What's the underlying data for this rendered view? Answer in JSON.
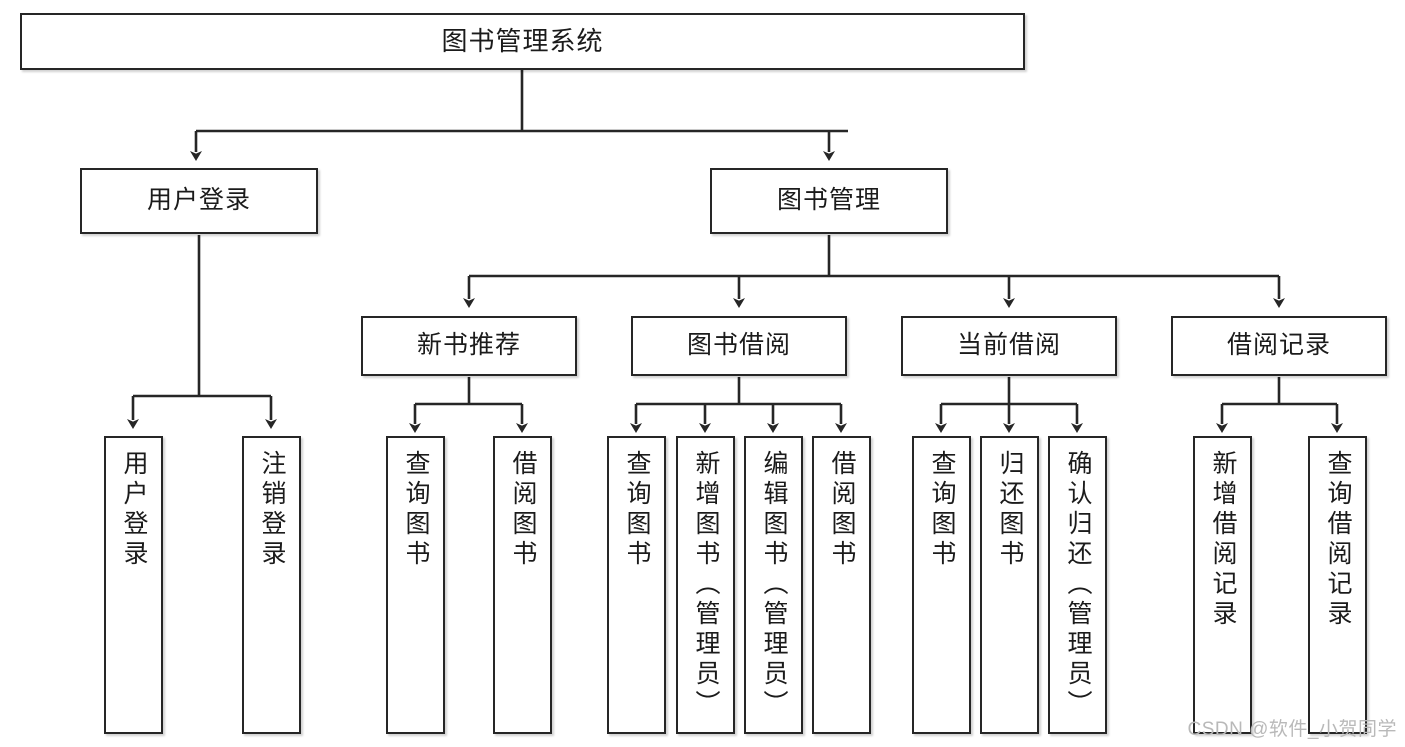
{
  "diagram": {
    "title": "图书管理系统",
    "type": "hierarchy-tree",
    "watermark": "CSDN @软件_小贺同学",
    "colors": {
      "box_border": "#262626",
      "box_fill": "#ffffff",
      "connector": "#262626",
      "text": "#1b1b1b",
      "watermark": "#b9b9b9"
    }
  },
  "nodes": {
    "root": {
      "label": "图书管理系统"
    },
    "level2": [
      {
        "id": "user-login",
        "label": "用户登录"
      },
      {
        "id": "book-management",
        "label": "图书管理"
      }
    ],
    "level3": [
      {
        "id": "new-book-recommend",
        "label": "新书推荐"
      },
      {
        "id": "book-borrow",
        "label": "图书借阅"
      },
      {
        "id": "current-borrow",
        "label": "当前借阅"
      },
      {
        "id": "borrow-record",
        "label": "借阅记录"
      }
    ],
    "leaves": {
      "user-login": [
        {
          "id": "leaf-user-login",
          "label": "用户登录"
        },
        {
          "id": "leaf-user-logout",
          "label": "注销登录"
        }
      ],
      "new-book-recommend": [
        {
          "id": "leaf-query-book-1",
          "label": "查询图书"
        },
        {
          "id": "leaf-borrow-book-1",
          "label": "借阅图书"
        }
      ],
      "book-borrow": [
        {
          "id": "leaf-query-book-2",
          "label": "查询图书"
        },
        {
          "id": "leaf-add-book",
          "label": "新增图书（管理员）"
        },
        {
          "id": "leaf-edit-book",
          "label": "编辑图书（管理员）"
        },
        {
          "id": "leaf-borrow-book-2",
          "label": "借阅图书"
        }
      ],
      "current-borrow": [
        {
          "id": "leaf-query-book-3",
          "label": "查询图书"
        },
        {
          "id": "leaf-return-book",
          "label": "归还图书"
        },
        {
          "id": "leaf-confirm-return",
          "label": "确认归还（管理员）"
        }
      ],
      "borrow-record": [
        {
          "id": "leaf-add-record",
          "label": "新增借阅记录"
        },
        {
          "id": "leaf-query-record",
          "label": "查询借阅记录"
        }
      ]
    }
  }
}
